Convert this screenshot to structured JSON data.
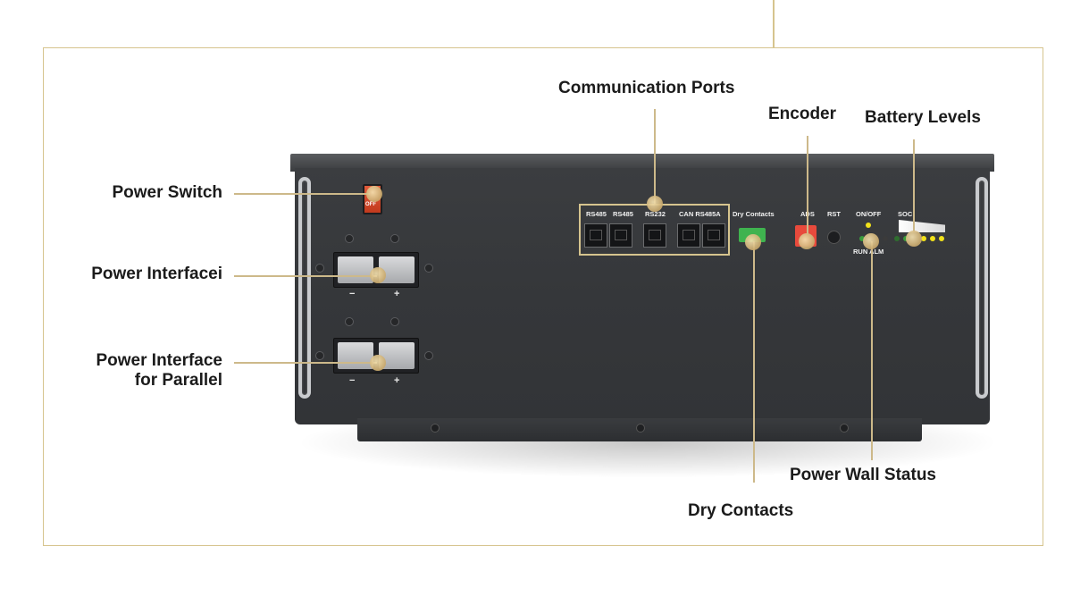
{
  "callouts": {
    "communication_ports": "Communication Ports",
    "encoder": "Encoder",
    "battery_levels": "Battery Levels",
    "power_switch": "Power Switch",
    "power_interface": "Power Interfacei",
    "power_interface_parallel_line1": "Power Interface",
    "power_interface_parallel_line2": "for Parallel",
    "power_wall_status": "Power Wall Status",
    "dry_contacts": "Dry Contacts"
  },
  "panel_labels": {
    "rs485_1": "RS485",
    "rs485_2": "RS485",
    "rs232": "RS232",
    "can_rs485a": "CAN RS485A",
    "dry_contacts": "Dry Contacts",
    "ads": "ADS",
    "rst": "RST",
    "on_off": "ON/OFF",
    "run_alm": "RUN ALM",
    "soc": "SOC",
    "off": "OFF",
    "minus_1": "−",
    "plus_1": "+",
    "minus_2": "−",
    "plus_2": "+"
  },
  "colors": {
    "accent_gold": "#d6c48e",
    "panel": "#37393c",
    "switch_red": "#d84a2b",
    "dry_contact_green": "#3fb34f",
    "led_yellow": "#f2e21a",
    "led_green": "#3b9b3b"
  }
}
